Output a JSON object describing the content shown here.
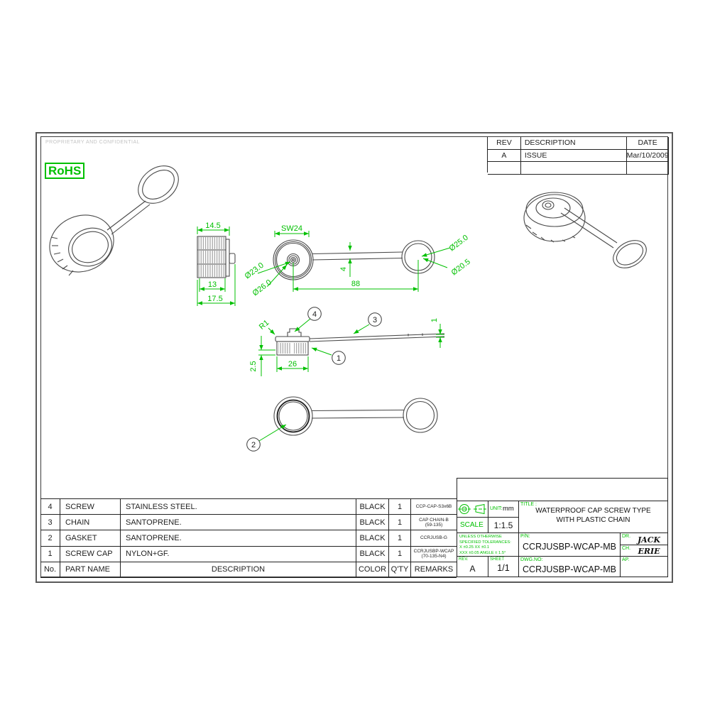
{
  "page": {
    "proprietary": "PROPRIETARY AND CONFIDENTIAL",
    "rohs": "RoHS"
  },
  "colors": {
    "accent_green": "#00c000",
    "drawing_line": "#4a4a4a",
    "table_line": "#222222"
  },
  "rev_history": {
    "headers": {
      "rev": "REV",
      "description": "DESCRIPTION",
      "date": "DATE"
    },
    "row": {
      "rev": "A",
      "description": "ISSUE",
      "date": "Mar/10/2009"
    }
  },
  "dims": {
    "profile": {
      "w_top": "14.5",
      "w_inner": "13",
      "w_total": "17.5"
    },
    "top_view": {
      "sw": "SW24",
      "d_cap": "Ø23.0",
      "d_knurl": "Ø26.0",
      "d_ring_outer": "Ø25.0",
      "d_ring_inner": "Ø20.5",
      "length": "88",
      "strap_width": "4"
    },
    "section": {
      "radius": "R1",
      "cap_width": "26",
      "gasket_height": "2.5",
      "strap_thk": "1"
    },
    "balloons": {
      "screw": "4",
      "chain": "3",
      "gasket": "2",
      "cap": "1"
    }
  },
  "parts": {
    "headers": {
      "no": "No.",
      "name": "PART NAME",
      "desc": "DESCRIPTION",
      "color": "COLOR",
      "qty": "Q'TY",
      "remarks": "REMARKS"
    },
    "rows": [
      {
        "no": "4",
        "name": "SCREW",
        "desc": "STAINLESS  STEEL.",
        "color": "BLACK",
        "qty": "1",
        "remarks": "CCP-CAP-S3x6B",
        "remarks2": ""
      },
      {
        "no": "3",
        "name": "CHAIN",
        "desc": "SANTOPRENE.",
        "color": "BLACK",
        "qty": "1",
        "remarks": "CAP CHAIN-B",
        "remarks2": "(59-135)"
      },
      {
        "no": "2",
        "name": "GASKET",
        "desc": "SANTOPRENE.",
        "color": "BLACK",
        "qty": "1",
        "remarks": "CCRJUSB-G",
        "remarks2": ""
      },
      {
        "no": "1",
        "name": "SCREW  CAP",
        "desc": "NYLON+GF.",
        "color": "BLACK",
        "qty": "1",
        "remarks": "CCRJUSBP-WCAP",
        "remarks2": "(70-135-N4)"
      }
    ]
  },
  "title_block": {
    "unit_label": "UNIT:",
    "unit_value": "mm",
    "scale_label": "SCALE",
    "scale_value": "1:1.5",
    "tolerances": [
      "UNLESS OTHERWISE",
      "SPECIFIED TOLERANCES:",
      "X  ±0.25   XX  ±0.1",
      "XXX ±0.05  ANGLE ± 1.5°"
    ],
    "title_label": "TITLE :",
    "title_line1": "WATERPROOF CAP SCREW TYPE",
    "title_line2": "WITH PLASTIC CHAIN",
    "pn_label": "P/N:",
    "pn_value": "CCRJUSBP-WCAP-MB",
    "dr_label": "DR.",
    "dr_value": "JACK",
    "ch_label": "CH.",
    "ch_value": "ERIE",
    "dwg_label": "DWG.NO:",
    "dwg_value": "CCRJUSBP-WCAP-MB",
    "ap_label": "AP.",
    "rev_label": "REV.",
    "rev_value": "A",
    "sheet_label": "SHEET",
    "sheet_value": "1/1"
  }
}
